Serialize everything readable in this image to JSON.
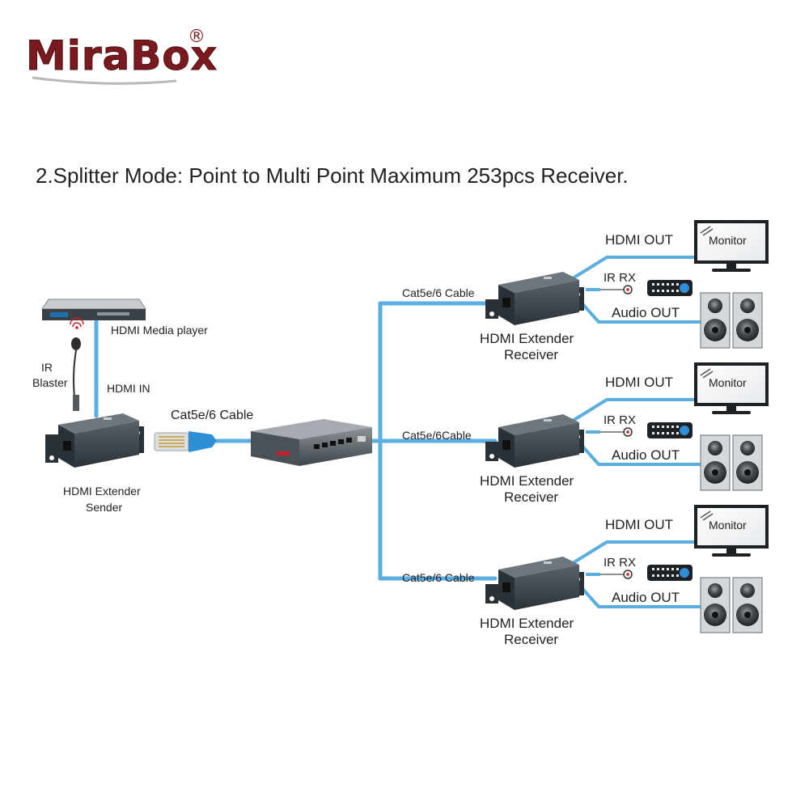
{
  "brand": {
    "logo": "MiraBox",
    "reg_mark": "®",
    "color": "#7a1a1f"
  },
  "heading": "2.Splitter Mode:  Point to Multi Point  Maximum 253pcs Receiver.",
  "colors": {
    "cable": "#5aaee0",
    "device": "#3a4248",
    "device_dark": "#23292e",
    "accent_red": "#c8202b",
    "plug_blue": "#2f8fd6"
  },
  "sender": {
    "media_player_label": "HDMI Media player",
    "ir_label_line1": "IR",
    "ir_label_line2": "Blaster",
    "hdmi_in_label": "HDMI IN",
    "device_line1": "HDMI Extender",
    "device_line2": "Sender",
    "cable_label": "Cat5e/6 Cable"
  },
  "switch_icon": "network-switch-icon",
  "receivers": [
    {
      "cable_label": "Cat5e/6 Cable",
      "device_line1": "HDMI Extender",
      "device_line2": "Receiver",
      "hdmi_out_label": "HDMI OUT",
      "ir_rx_label": "IR RX",
      "audio_out_label": "Audio  OUT",
      "monitor_label": "Monitor"
    },
    {
      "cable_label": "Cat5e/6Cable",
      "device_line1": "HDMI Extender",
      "device_line2": "Receiver",
      "hdmi_out_label": "HDMI OUT",
      "ir_rx_label": "IR RX",
      "audio_out_label": "Audio  OUT",
      "monitor_label": "Monitor"
    },
    {
      "cable_label": "Cat5e/6 Cable",
      "device_line1": "HDMI Extender",
      "device_line2": "Receiver",
      "hdmi_out_label": "HDMI OUT",
      "ir_rx_label": "IR RX",
      "audio_out_label": "Audio  OUT",
      "monitor_label": "Monitor"
    }
  ]
}
